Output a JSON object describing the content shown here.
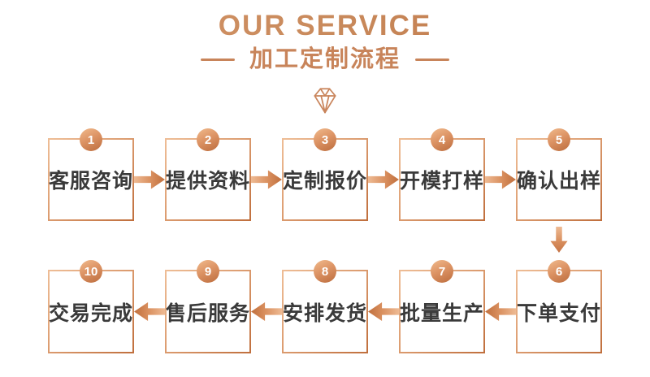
{
  "header": {
    "title": "OUR SERVICE",
    "subtitle": "加工定制流程",
    "divider_icon": "diamond-icon"
  },
  "steps": [
    {
      "number": "1",
      "label": "客服咨询"
    },
    {
      "number": "2",
      "label": "提供资料"
    },
    {
      "number": "3",
      "label": "定制报价"
    },
    {
      "number": "4",
      "label": "开模打样"
    },
    {
      "number": "5",
      "label": "确认出样"
    },
    {
      "number": "6",
      "label": "下单支付"
    },
    {
      "number": "7",
      "label": "批量生产"
    },
    {
      "number": "8",
      "label": "安排发货"
    },
    {
      "number": "9",
      "label": "售后服务"
    },
    {
      "number": "10",
      "label": "交易完成"
    }
  ],
  "flow": {
    "top_row_numbers": [
      "1",
      "2",
      "3",
      "4",
      "5"
    ],
    "bottom_row_numbers": [
      "10",
      "9",
      "8",
      "7",
      "6"
    ],
    "direction": "1→2→3→4→5 ↓ 6→7→8→9→10"
  },
  "colors": {
    "copper": "#C8845A",
    "copper_light": "#EEBA93",
    "copper_dark": "#C06F3D",
    "label_text": "#3A3A3A",
    "badge_text": "#FFFFFF",
    "background": "#FFFFFF"
  }
}
